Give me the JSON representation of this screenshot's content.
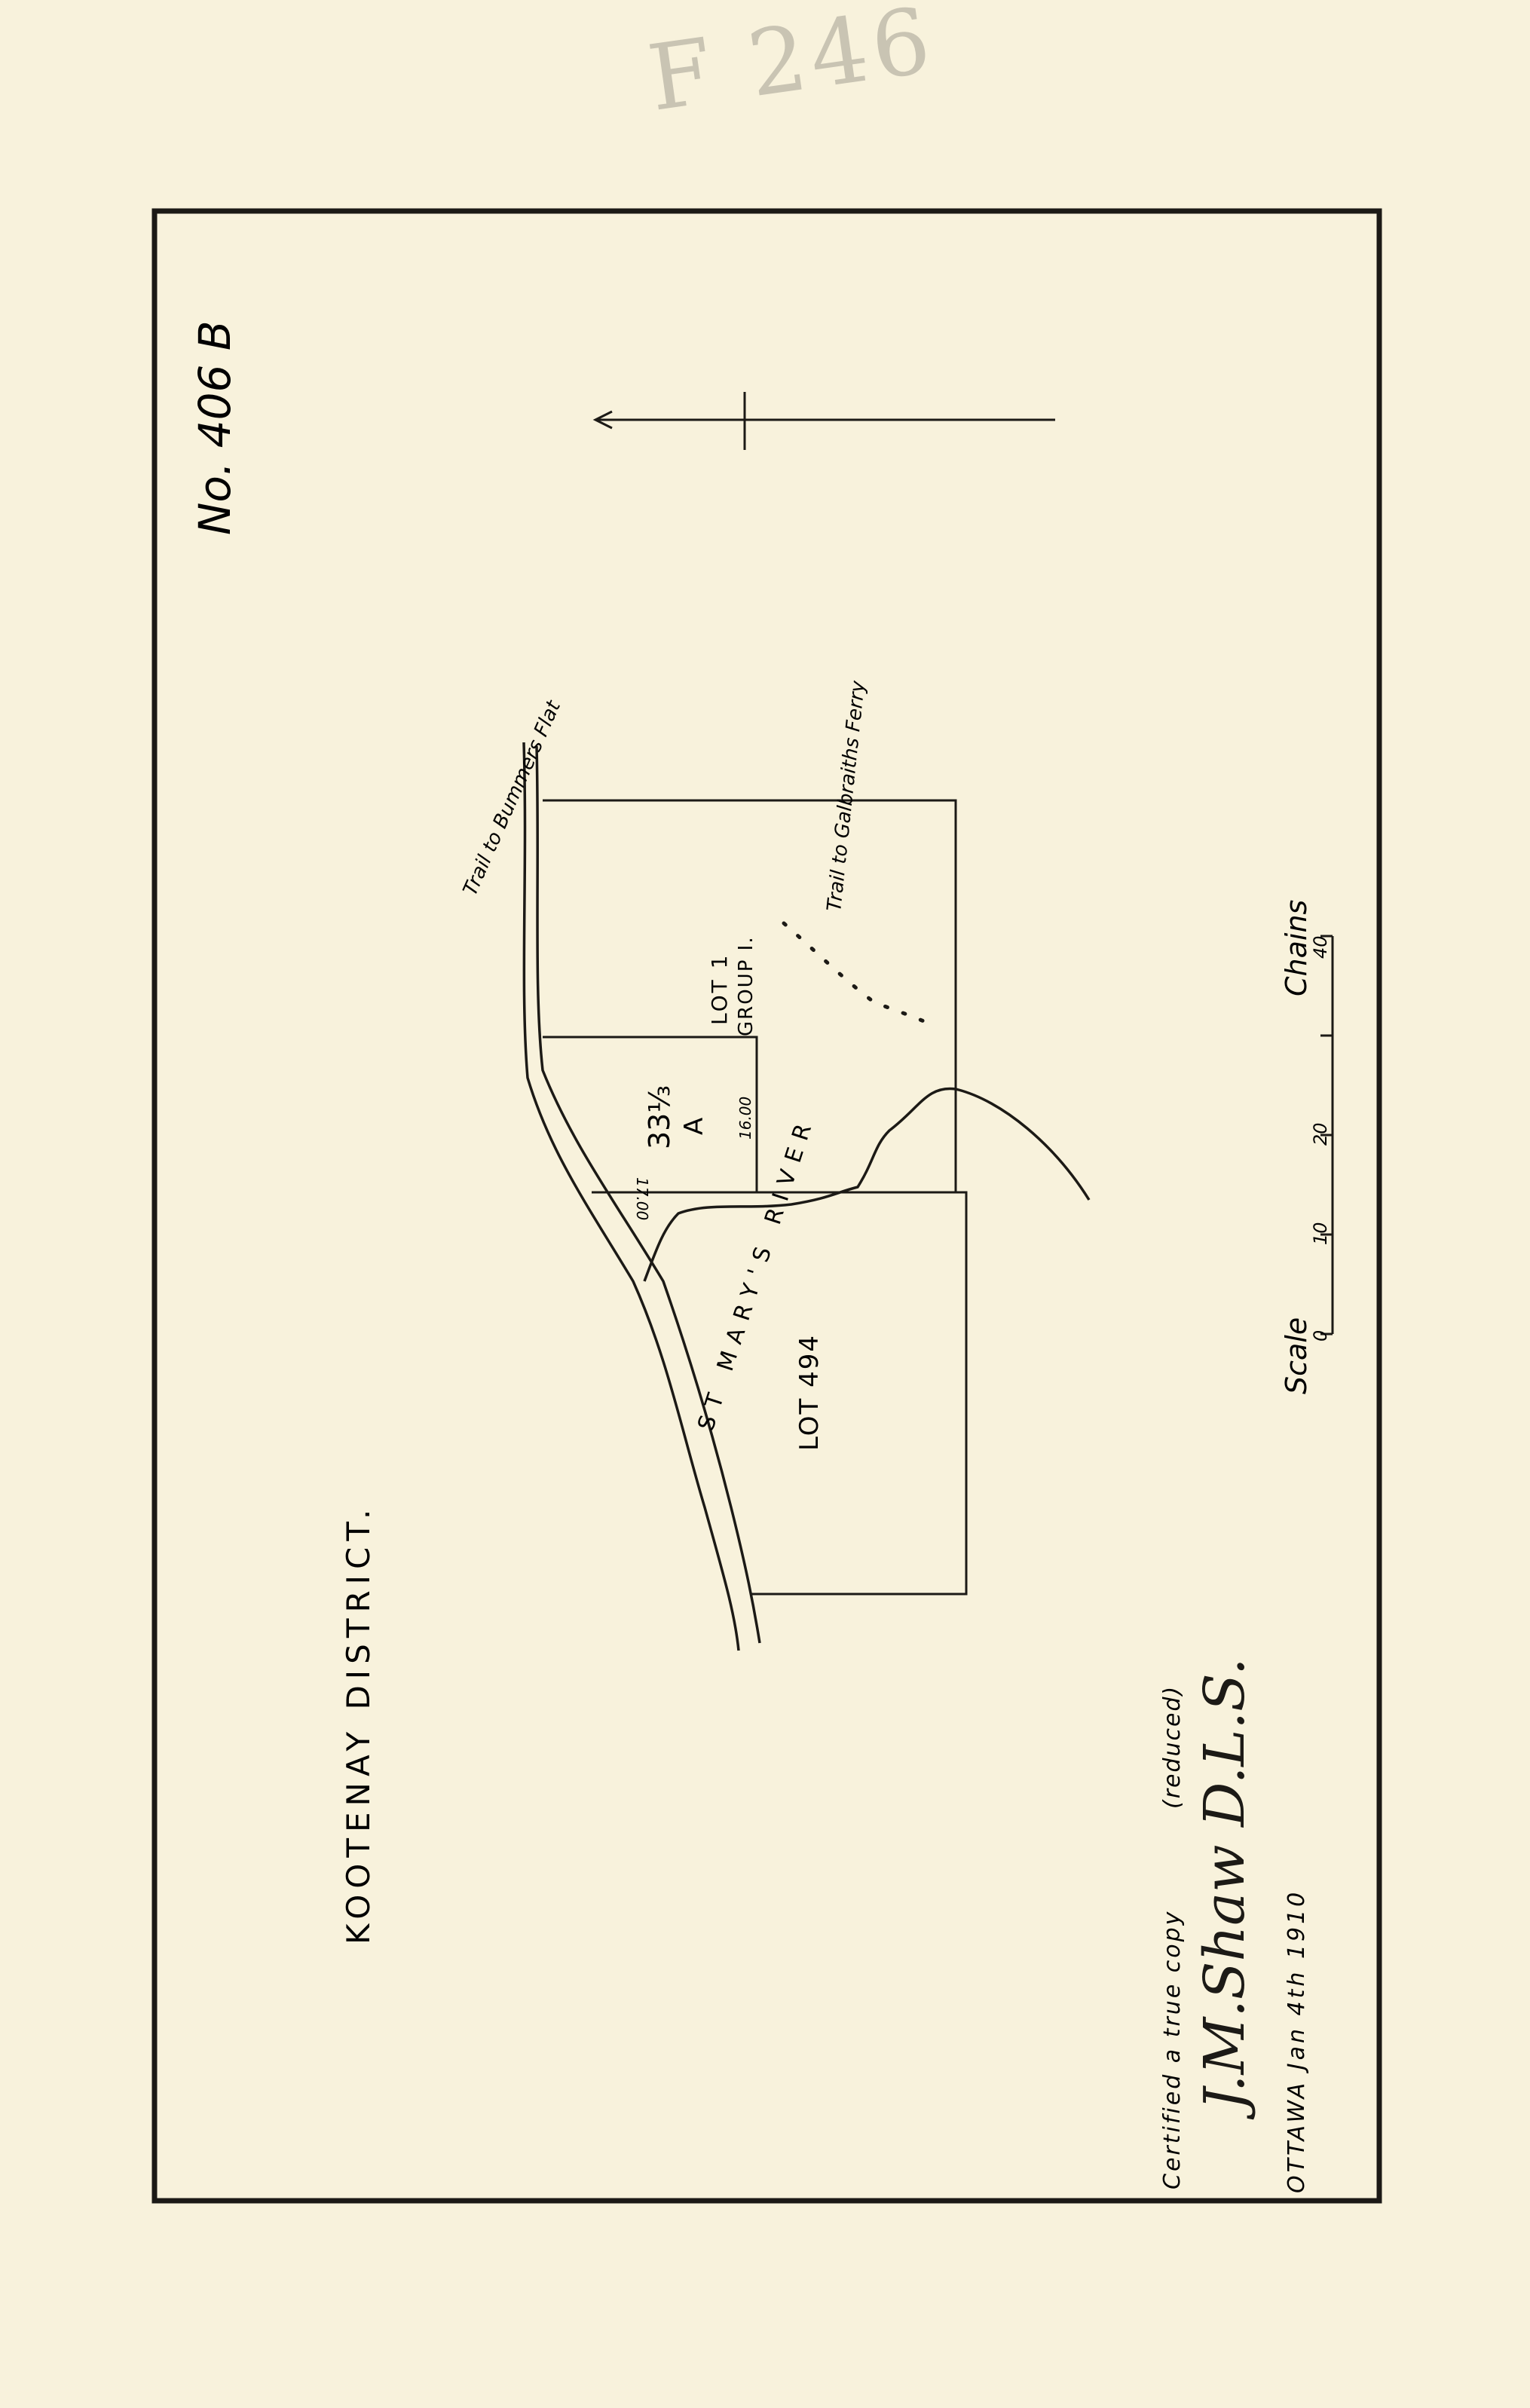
{
  "pencil_mark": "F 246",
  "plan_number": "No. 406 B",
  "district": "KOOTENAY DISTRICT.",
  "river": "ST MARY'S RIVER",
  "trails": {
    "bummers_flat": "Trail to Bummers Flat",
    "galbraiths_ferry": "Trail to Galbraiths Ferry"
  },
  "lots": {
    "lot1": "LOT 1",
    "group1": "GROUP I.",
    "lot33_top": "33⅓",
    "lot33_bottom": "A",
    "lot494": "LOT 494"
  },
  "dimensions": {
    "d1": "16.00",
    "d2": "17.00"
  },
  "scale": {
    "label": "Scale",
    "unit": "Chains",
    "ticks": [
      "0",
      "10",
      "20",
      "40"
    ]
  },
  "certification": {
    "line1": "Certified a true copy",
    "line2": "(reduced)",
    "signature": "J.M.Shaw D.L.S.",
    "date": "OTTAWA Jan 4th 1910"
  },
  "colors": {
    "paper": "#f8f2dc",
    "ink": "#1c1a16"
  }
}
